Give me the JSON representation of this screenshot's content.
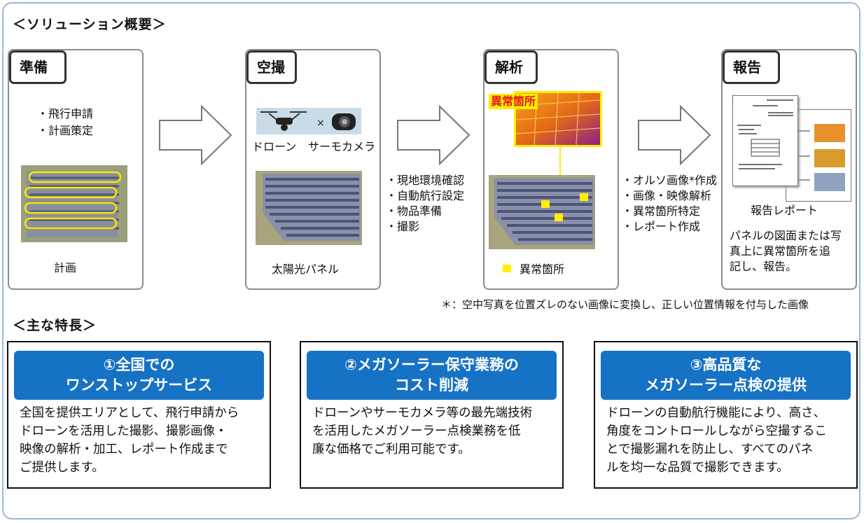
{
  "solution": {
    "title": "＜ソリューション概要＞",
    "steps": [
      {
        "label": "準備",
        "bullets": [
          "・飛行申請",
          "・計画策定"
        ],
        "caption": "計画"
      },
      {
        "label": "空撮",
        "drone_label": "ドローン",
        "camera_label": "サーモカメラ",
        "times": "×",
        "caption": "太陽光パネル"
      },
      {
        "label": "解析",
        "thermal_tag": "異常箇所",
        "legend_label": "異常箇所"
      },
      {
        "label": "報告",
        "caption": "報告レポート",
        "note": [
          "パネルの図面または写",
          "真上に異常箇所を追",
          "記し、報告。"
        ]
      }
    ],
    "arrow_texts": [
      [
        "・現地環境確認",
        "・自動航行設定",
        "・物品準備",
        "・撮影"
      ],
      [
        "・オルソ画像*作成",
        "・画像・映像解析",
        "・異常箇所特定",
        "・レポート作成"
      ]
    ],
    "footnote": "＊：空中写真を位置ズレのない画像に変換し、正しい位置情報を付与した画像"
  },
  "features": {
    "title": "＜主な特長＞",
    "items": [
      {
        "head": [
          "①全国での",
          "ワンストップサービス"
        ],
        "body": [
          "全国を提供エリアとして、飛行申請から",
          "ドローンを活用した撮影、撮影画像・",
          "映像の解析・加工、レポート作成まで",
          "ご提供します。"
        ]
      },
      {
        "head": [
          "②メガソーラー保守業務の",
          "コスト削減"
        ],
        "body": [
          "ドローンやサーモカメラ等の最先端技術",
          "を活用したメガソーラー点検業務を低",
          "廉な価格でご利用可能です。"
        ]
      },
      {
        "head": [
          "③高品質な",
          "メガソーラー点検の提供"
        ],
        "body": [
          "ドローンの自動航行機能により、高さ、",
          "角度をコントロールしながら空撮するこ",
          "とで撮影漏れを防止し、すべてのパネ",
          "ルを均一な品質で撮影できます。"
        ]
      }
    ]
  },
  "colors": {
    "accent_blue": "#1672c4",
    "frame_blue": "#9db8d6",
    "anomaly_yellow": "#ffee00"
  }
}
